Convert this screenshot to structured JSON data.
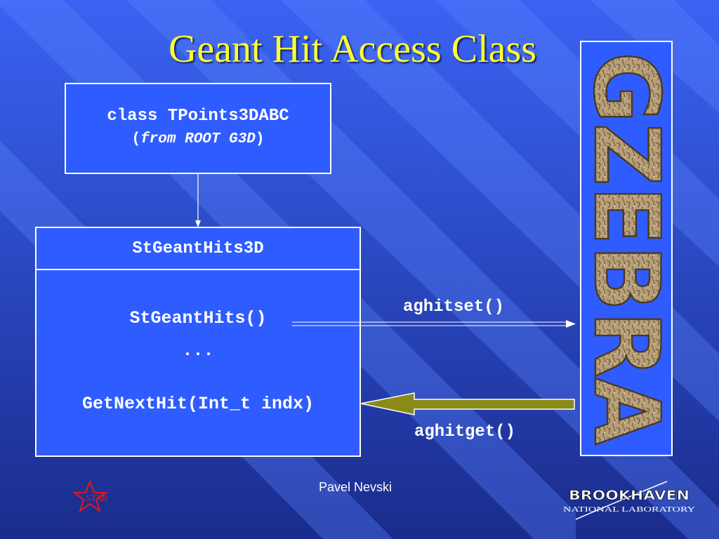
{
  "slide": {
    "title": "Geant Hit Access Class",
    "footer": "Pavel Nevski"
  },
  "base_class": {
    "line1": "class TPoints3DABC",
    "paren_open": "(",
    "from_text": "from ROOT G3D",
    "paren_close": ")"
  },
  "derived_class": {
    "name": "StGeantHits3D",
    "method1": "StGeantHits()",
    "ellipsis": "...",
    "method2": "GetNextHit(Int_t indx)"
  },
  "calls": {
    "set": "aghitset()",
    "get": "aghitget()"
  },
  "zebra": {
    "letters": [
      "Z",
      "E",
      "B",
      "R",
      "A"
    ],
    "label": "GZEBRA"
  },
  "logos": {
    "star": "STAR",
    "brookhaven_line1": "BROOKHAVEN",
    "brookhaven_line2": "NATIONAL LABORATORY"
  },
  "colors": {
    "background": "#2a44c8",
    "title": "#ffff33",
    "box_fill": "#2f5cff",
    "arrow_olive": "#8a8a18",
    "zebra_stone": "#b8a078",
    "star_red": "#e01818"
  }
}
